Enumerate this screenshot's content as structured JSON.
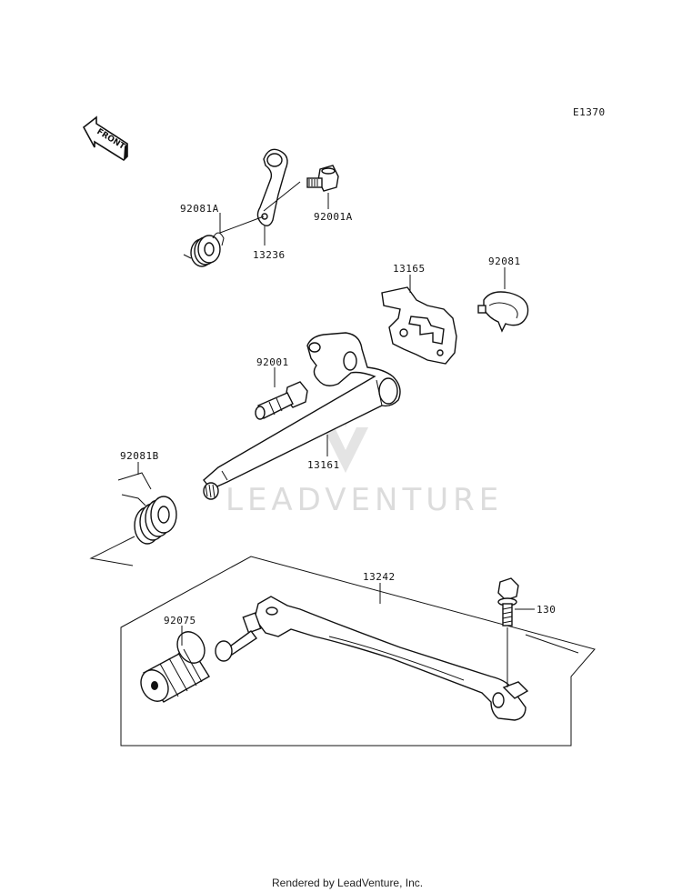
{
  "diagram_code": "E1370",
  "front_label": "FRONT",
  "watermark": "LEADVENTURE",
  "footer": "Rendered by LeadVenture, Inc.",
  "parts": {
    "p92081A": "92081A",
    "p92001A": "92001A",
    "p13236": "13236",
    "p13165": "13165",
    "p92081": "92081",
    "p92001": "92001",
    "p13161": "13161",
    "p92081B": "92081B",
    "p13242": "13242",
    "p130": "130",
    "p92075": "92075"
  }
}
